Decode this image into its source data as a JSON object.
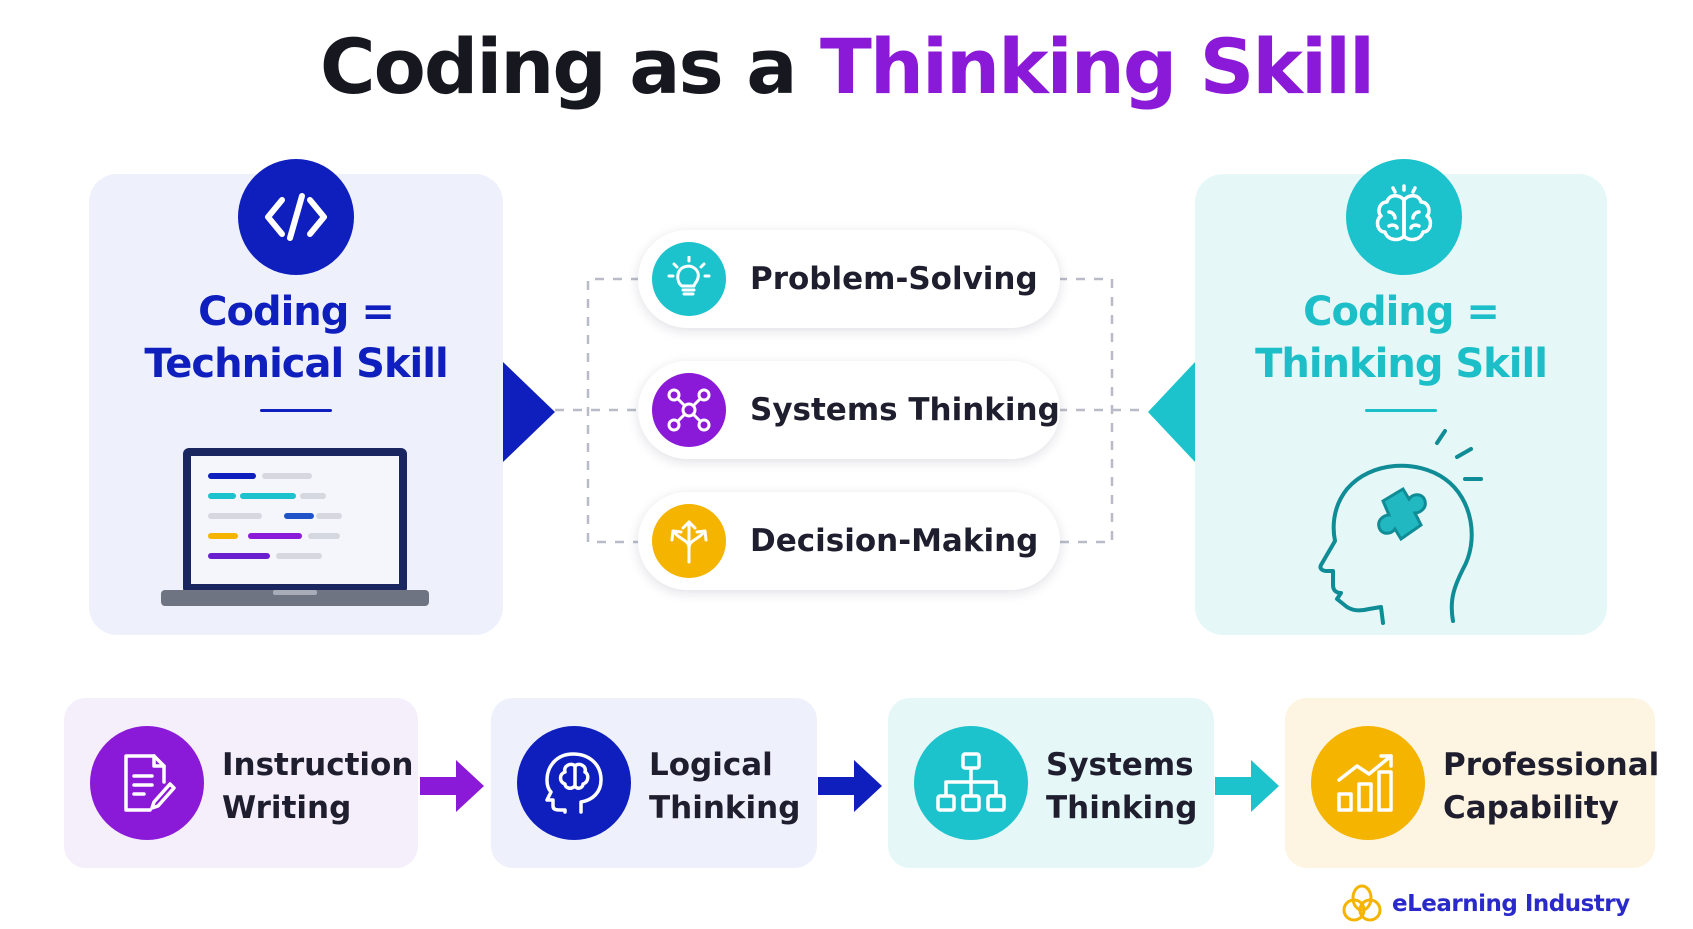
{
  "title": {
    "part1": "Coding as a",
    "part2": "Thinking Skill"
  },
  "colors": {
    "navy": "#0f1fbe",
    "purple": "#8b1ad8",
    "teal": "#1cc3cc",
    "amber": "#f4b400",
    "dark_text": "#17171f"
  },
  "left_panel": {
    "icon": "code-icon",
    "line1": "Coding =",
    "line2": "Technical Skill",
    "illustration": "laptop-code-icon"
  },
  "right_panel": {
    "icon": "brain-icon",
    "line1": "Coding =",
    "line2": "Thinking Skill",
    "illustration": "head-puzzle-icon"
  },
  "center_items": [
    {
      "label": "Problem-Solving",
      "icon": "lightbulb-icon",
      "color": "#1cc3cc"
    },
    {
      "label": "Systems Thinking",
      "icon": "network-icon",
      "color": "#8b1ad8"
    },
    {
      "label": "Decision-Making",
      "icon": "branch-arrows-icon",
      "color": "#f4b400"
    }
  ],
  "flow": [
    {
      "line1": "Instruction",
      "line2": "Writing",
      "icon": "document-pen-icon",
      "color": "#8b1ad8",
      "bg": "#f5eefb"
    },
    {
      "line1": "Logical",
      "line2": "Thinking",
      "icon": "head-brain-icon",
      "color": "#0f1fbe",
      "bg": "#eef1fc"
    },
    {
      "line1": "Systems",
      "line2": "Thinking",
      "icon": "hierarchy-icon",
      "color": "#1cc3cc",
      "bg": "#e6f7f8"
    },
    {
      "line1": "Professional",
      "line2": "Capability",
      "icon": "growth-chart-icon",
      "color": "#f4b400",
      "bg": "#fdf5e2"
    }
  ],
  "brand": {
    "name": "eLearning Industry",
    "icon": "elearning-logo-icon"
  }
}
